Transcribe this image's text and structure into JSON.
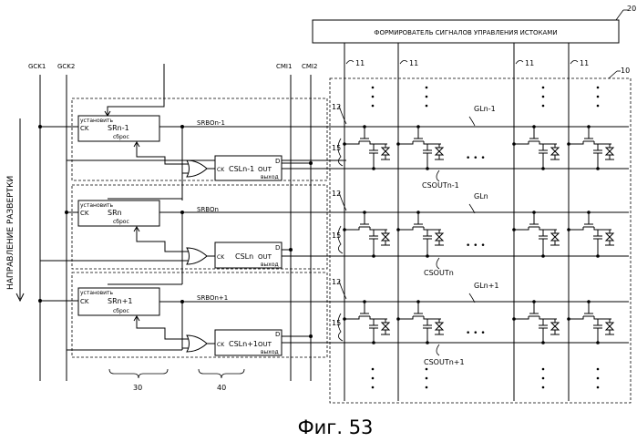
{
  "source_driver": {
    "number": "20",
    "label": "ФОРМИРОВАТЕЛЬ СИГНАЛОВ УПРАВЛЕНИЯ ИСТОКАМИ"
  },
  "panel_number": "10",
  "source_line_label": "11",
  "clock_labels": [
    "GCK1",
    "GCK2"
  ],
  "cmi_labels": [
    "CMI1",
    "CMI2"
  ],
  "scan_direction": "НАПРАВЛЕНИЕ РАЗВЕРТКИ",
  "row_label": "12",
  "cell_label": "15",
  "stages": [
    {
      "set": "установить",
      "ck": "CK",
      "sr": "SRn-1",
      "reset": "сброс",
      "srbo": "SRBOn-1",
      "csl": "CSLn-1",
      "out": "OUT",
      "out_ru": "выход",
      "d": "D",
      "gl": "GLn-1",
      "csout": "CSOUTn-1"
    },
    {
      "set": "установить",
      "ck": "CK",
      "sr": "SRn",
      "reset": "сброс",
      "srbo": "SRBOn",
      "csl": "CSLn",
      "out": "OUT",
      "out_ru": "выход",
      "d": "D",
      "gl": "GLn",
      "csout": "CSOUTn"
    },
    {
      "set": "установить",
      "ck": "CK",
      "sr": "SRn+1",
      "reset": "сброс",
      "srbo": "SRBOn+1",
      "csl": "CSLn+1",
      "out": "OUT",
      "out_ru": "выход",
      "d": "D",
      "gl": "GLn+1",
      "csout": "CSOUTn+1"
    }
  ],
  "ellipsis": "• • •",
  "block_30": "30",
  "block_40": "40",
  "caption": "Фиг. 53"
}
